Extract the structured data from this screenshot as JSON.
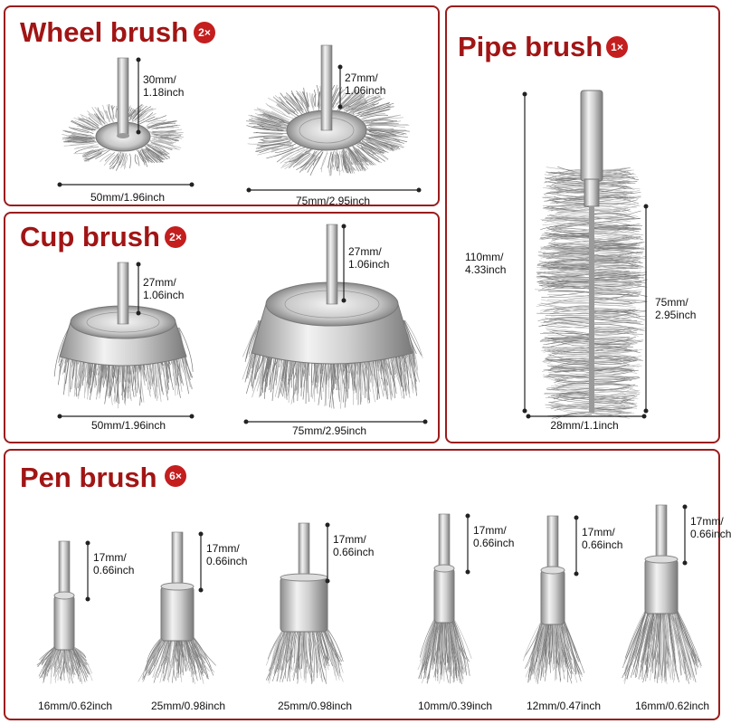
{
  "panels": {
    "wheel": {
      "title": "Wheel brush",
      "qty": "2×",
      "items": [
        {
          "shank": "30mm/\n1.18inch",
          "width": "50mm/1.96inch"
        },
        {
          "shank": "27mm/\n1.06inch",
          "width": "75mm/2.95inch"
        }
      ]
    },
    "cup": {
      "title": "Cup brush",
      "qty": "2×",
      "items": [
        {
          "shank": "27mm/\n1.06inch",
          "width": "50mm/1.96inch"
        },
        {
          "shank": "27mm/\n1.06inch",
          "width": "75mm/2.95inch"
        }
      ]
    },
    "pipe": {
      "title": "Pipe brush",
      "qty": "1×",
      "total": "110mm/\n4.33inch",
      "brush_len": "75mm/\n2.95inch",
      "width": "28mm/1.1inch"
    },
    "pen": {
      "title": "Pen brush",
      "qty": "6×",
      "items": [
        {
          "shank": "17mm/\n0.66inch",
          "width": "16mm/0.62inch"
        },
        {
          "shank": "17mm/\n0.66inch",
          "width": "25mm/0.98inch"
        },
        {
          "shank": "17mm/\n0.66inch",
          "width": "25mm/0.98inch"
        },
        {
          "shank": "17mm/\n0.66inch",
          "width": "10mm/0.39inch"
        },
        {
          "shank": "17mm/\n0.66inch",
          "width": "12mm/0.47inch"
        },
        {
          "shank": "17mm/\n0.66inch",
          "width": "16mm/0.62inch"
        }
      ]
    }
  },
  "colors": {
    "accent": "#a11515",
    "badge": "#c41e1e",
    "border": "#9b1c1c"
  }
}
